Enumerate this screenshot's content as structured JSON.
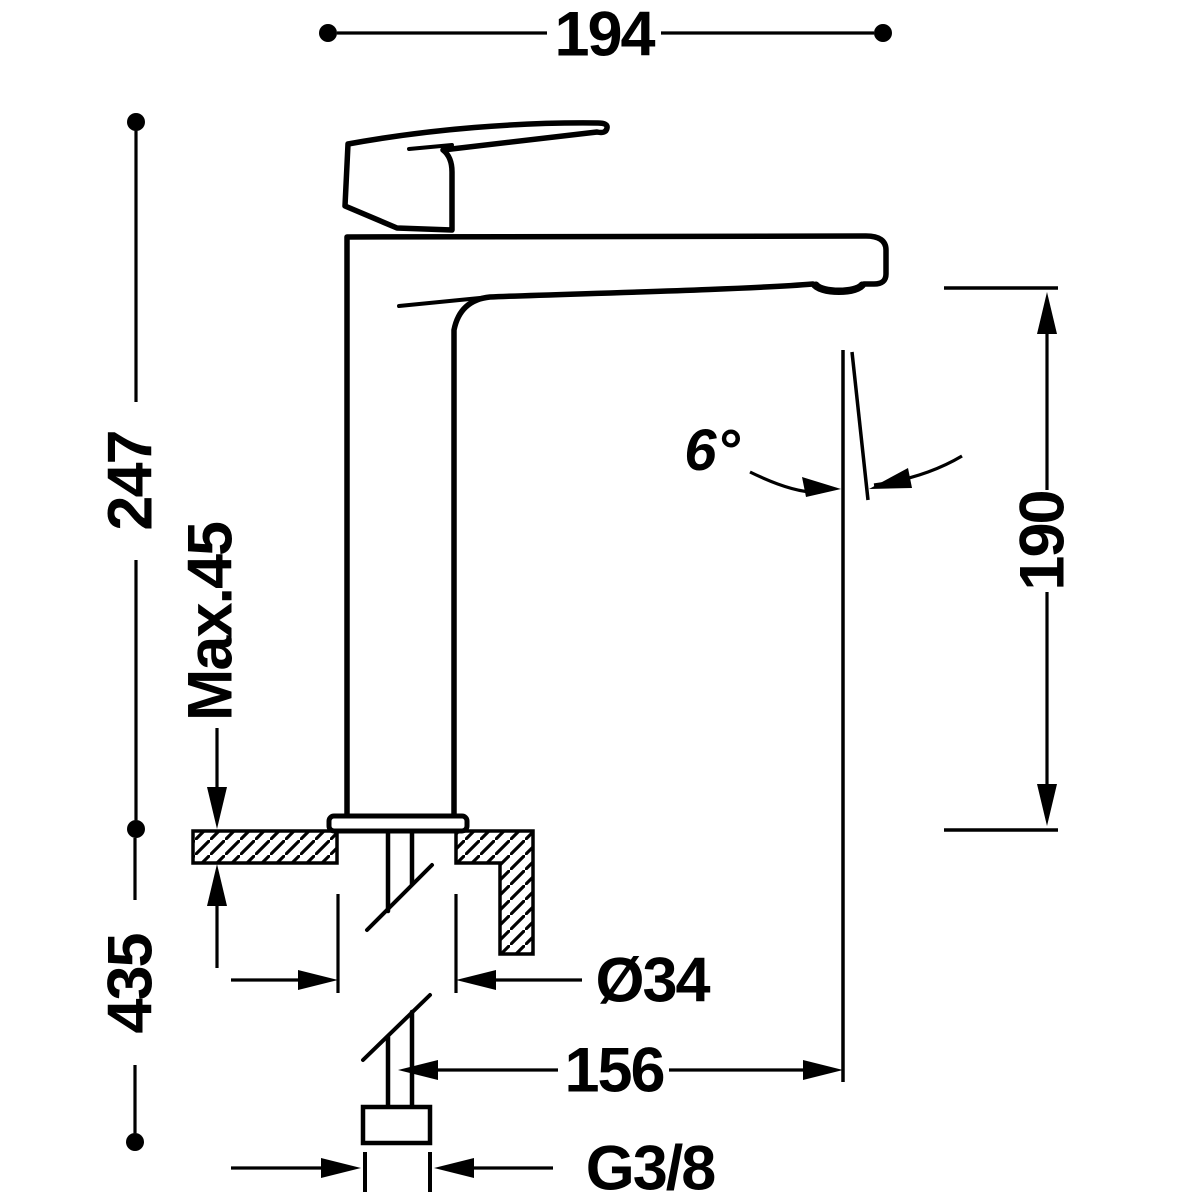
{
  "background_color": "#ffffff",
  "line_color": "#000000",
  "dimensions": {
    "top_width": "194",
    "total_height": "247",
    "max_counter_thickness": "Max.45",
    "below_counter_length": "435",
    "hole_diameter": "Ø34",
    "spout_reach": "156",
    "thread_size": "G3/8",
    "spout_height": "190",
    "spout_angle": "6°"
  }
}
